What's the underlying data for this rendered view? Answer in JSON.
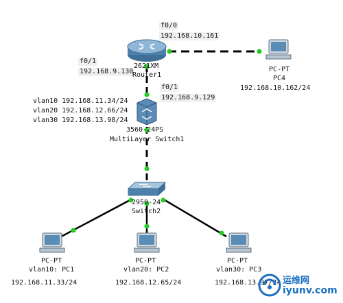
{
  "devices": {
    "router": {
      "model": "2621XM",
      "name": "Router1"
    },
    "pc4": {
      "type": "PC-PT",
      "name": "PC4",
      "ip": "192.168.10.162/24"
    },
    "mls": {
      "model": "3560-24PS",
      "name": "MultiLayer Switch1"
    },
    "switch2": {
      "model": "2950-24",
      "name": "Switch2"
    },
    "pc1": {
      "type": "PC-PT",
      "name": "vlan10: PC1",
      "ip": "192.168.11.33/24"
    },
    "pc2": {
      "type": "PC-PT",
      "name": "vlan20: PC2",
      "ip": "192.168.12.65/24"
    },
    "pc3": {
      "type": "PC-PT",
      "name": "vlan30: PC3",
      "ip": "192.168.13.97/24"
    }
  },
  "interfaces": {
    "router_f00": {
      "port": "f0/0",
      "ip": "192.168.10.161"
    },
    "router_f01": {
      "port": "f0/1",
      "ip": "192.168.9.130"
    },
    "mls_f01": {
      "port": "f0/1",
      "ip": "192.168.9.129"
    }
  },
  "vlans": [
    {
      "name": "vlan10",
      "ip": "192.168.11.34/24"
    },
    {
      "name": "vlan20",
      "ip": "192.168.12.66/24"
    },
    {
      "name": "vlan30",
      "ip": "192.168.13.98/24"
    }
  ],
  "watermark": {
    "line1": "运维网",
    "line2": "iyunv.com"
  },
  "colors": {
    "link": "#000000",
    "port": "#22cc22",
    "device": "#4a7fa8",
    "accent": "#1a6fc0"
  }
}
